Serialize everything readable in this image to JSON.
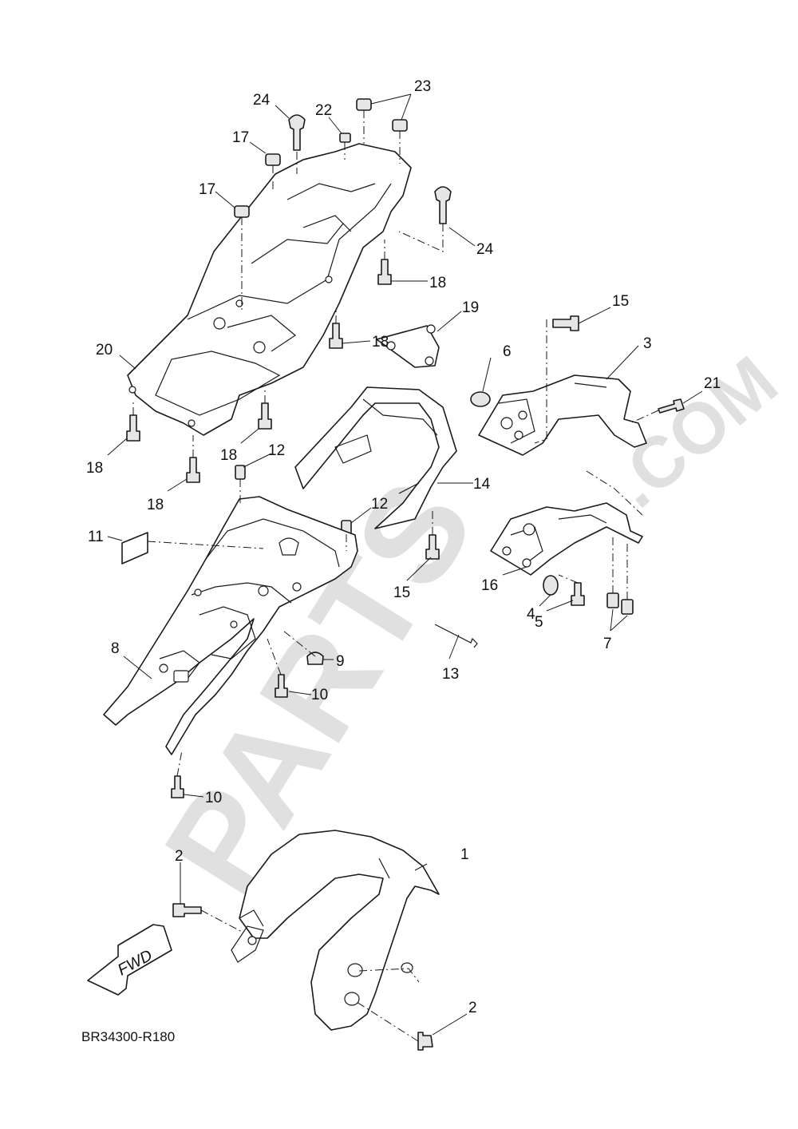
{
  "diagram": {
    "code": "BR34300-R180",
    "direction_label": "FWD",
    "watermark": {
      "main": "PARTS",
      "suffix": ".COM"
    },
    "callouts": {
      "c1": "1",
      "c2a": "2",
      "c2b": "2",
      "c3": "3",
      "c4": "4",
      "c5": "5",
      "c6": "6",
      "c7": "7",
      "c8": "8",
      "c9": "9",
      "c10a": "10",
      "c10b": "10",
      "c11": "11",
      "c12a": "12",
      "c12b": "12",
      "c13": "13",
      "c14": "14",
      "c15a": "15",
      "c15b": "15",
      "c16": "16",
      "c17a": "17",
      "c17b": "17",
      "c18a": "18",
      "c18b": "18",
      "c18c": "18",
      "c18d": "18",
      "c18e": "18",
      "c19": "19",
      "c20": "20",
      "c21": "21",
      "c22": "22",
      "c23": "23",
      "c24a": "24",
      "c24b": "24"
    }
  }
}
